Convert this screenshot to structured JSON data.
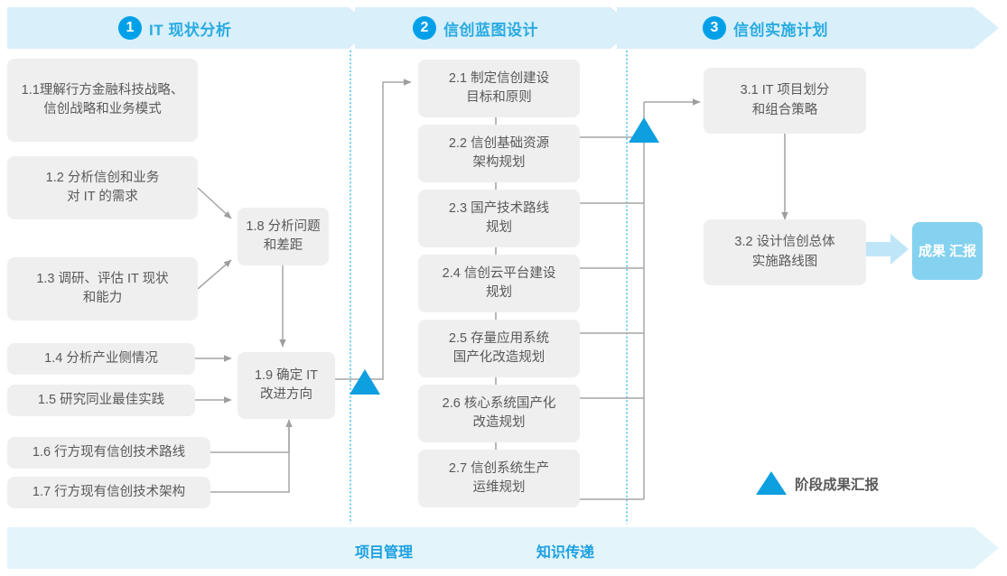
{
  "diagram": {
    "title_colors": {
      "phase_banner_bg": "#D9EFFA",
      "phase_accent": "#29ABE2",
      "phase_number_bg": "#00A0E9",
      "box_bg": "#EFEFEF",
      "box_text": "#595959",
      "connector": "#9E9E9E",
      "milestone_triangle": "#0E9FE0",
      "result_box_bg": "#85D2F0",
      "divider_dotted": "#2BB3E8",
      "bottom_bar_bg": "#E3F4FB"
    },
    "phases": [
      {
        "number": "1",
        "label": "IT 现状分析"
      },
      {
        "number": "2",
        "label": "信创蓝图设计"
      },
      {
        "number": "3",
        "label": "信创实施计划"
      }
    ],
    "phase1_boxes": [
      {
        "id": "1.1",
        "lines": [
          "1.1理解行方金融科技战略、",
          "信创战略和业务模式"
        ]
      },
      {
        "id": "1.2",
        "lines": [
          "1.2 分析信创和业务",
          "对 IT 的需求"
        ]
      },
      {
        "id": "1.3",
        "lines": [
          "1.3 调研、评估 IT 现状",
          "和能力"
        ]
      },
      {
        "id": "1.4",
        "lines": [
          "1.4 分析产业侧情况"
        ]
      },
      {
        "id": "1.5",
        "lines": [
          "1.5 研究同业最佳实践"
        ]
      },
      {
        "id": "1.6",
        "lines": [
          "1.6 行方现有信创技术路线"
        ]
      },
      {
        "id": "1.7",
        "lines": [
          "1.7 行方现有信创技术架构"
        ]
      },
      {
        "id": "1.8",
        "lines": [
          "1.8 分析问题",
          "和差距"
        ]
      },
      {
        "id": "1.9",
        "lines": [
          "1.9 确定 IT",
          "改进方向"
        ]
      }
    ],
    "phase2_boxes": [
      {
        "id": "2.1",
        "lines": [
          "2.1 制定信创建设",
          "目标和原则"
        ]
      },
      {
        "id": "2.2",
        "lines": [
          "2.2 信创基础资源",
          "架构规划"
        ]
      },
      {
        "id": "2.3",
        "lines": [
          "2.3 国产技术路线",
          "规划"
        ]
      },
      {
        "id": "2.4",
        "lines": [
          "2.4 信创云平台建设",
          "规划"
        ]
      },
      {
        "id": "2.5",
        "lines": [
          "2.5 存量应用系统",
          "国产化改造规划"
        ]
      },
      {
        "id": "2.6",
        "lines": [
          "2.6 核心系统国产化",
          "改造规划"
        ]
      },
      {
        "id": "2.7",
        "lines": [
          "2.7 信创系统生产",
          "运维规划"
        ]
      }
    ],
    "phase3_boxes": [
      {
        "id": "3.1",
        "lines": [
          "3.1 IT 项目划分",
          "和组合策略"
        ]
      },
      {
        "id": "3.2",
        "lines": [
          "3.2 设计信创总体",
          "实施路线图"
        ]
      }
    ],
    "result_box": {
      "lines": [
        "成果",
        "汇报"
      ]
    },
    "legend": {
      "label": "阶段成果汇报"
    },
    "bottom_bar": {
      "items": [
        "项目管理",
        "知识传递"
      ]
    }
  }
}
